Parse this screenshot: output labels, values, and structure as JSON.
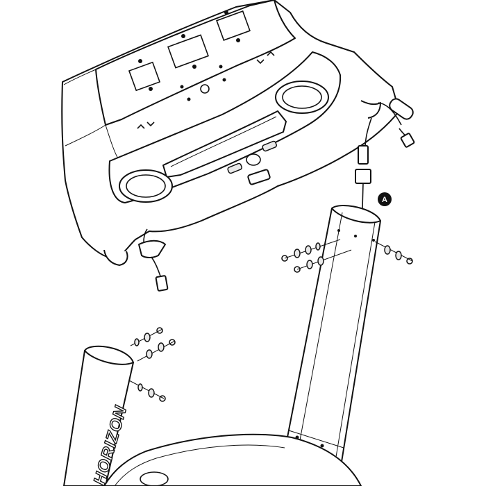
{
  "callout": {
    "label": "A",
    "background": "#111111",
    "text_color": "#ffffff"
  },
  "brand": {
    "text": "HORIZON"
  },
  "parts": {
    "console": "treadmill-console",
    "left_upright": "left-upright-tube",
    "right_upright": "right-upright-tube",
    "base": "motor-hood-base",
    "hardware": "bolt-washer-sets",
    "cables": "console-cable-connectors"
  },
  "colors": {
    "line": "#111111",
    "background": "#ffffff"
  }
}
